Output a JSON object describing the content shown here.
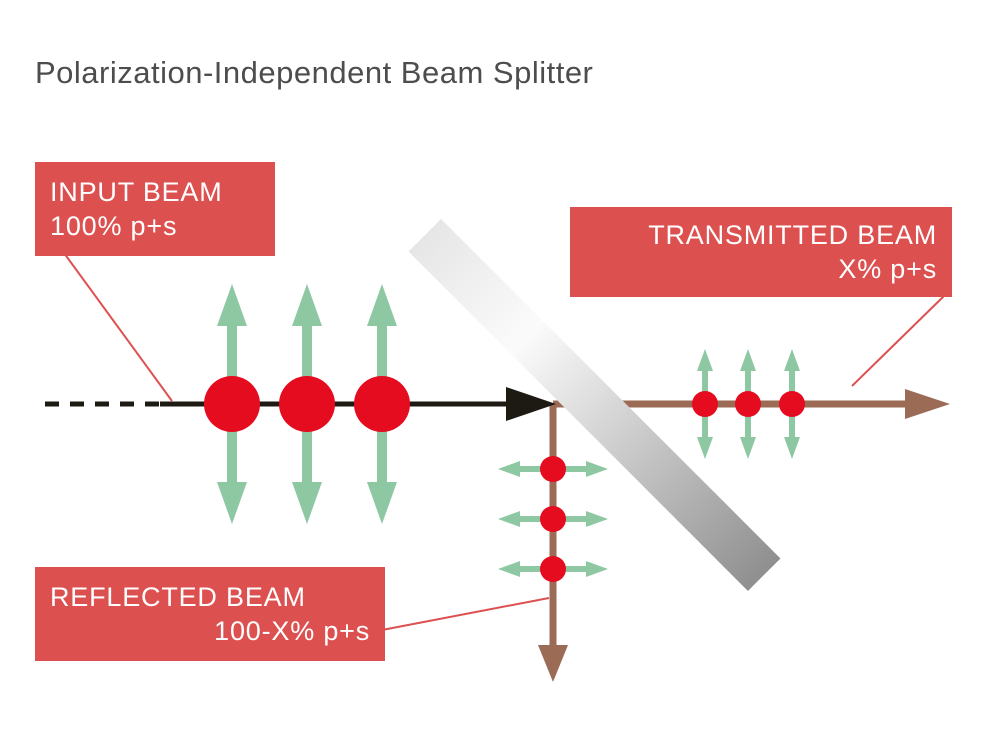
{
  "title": "Polarization-Independent Beam Splitter",
  "labels": {
    "input": {
      "line1": "INPUT BEAM",
      "line2": "100% p+s"
    },
    "transmitted": {
      "line1": "TRANSMITTED BEAM",
      "line2": "X% p+s"
    },
    "reflected": {
      "line1": "REFLECTED BEAM",
      "line2": "100-X% p+s"
    }
  },
  "colors": {
    "label_bg": "#dd5050",
    "label_text": "#ffffff",
    "beam_red": "#e40c1e",
    "polarization_green": "#8ec8a2",
    "beam_brown": "#9c6b55",
    "input_beam": "#1d1a13",
    "title_text": "#4d4d4d"
  }
}
